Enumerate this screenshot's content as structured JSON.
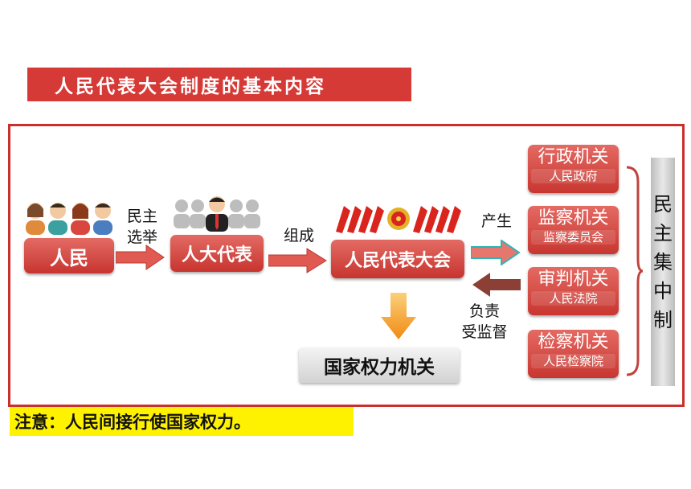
{
  "title": "人民代表大会制度的基本内容",
  "nodes": {
    "people": "人民",
    "deputies": "人大代表",
    "congress": "人民代表大会",
    "power_organ": "国家权力机关"
  },
  "edges": {
    "elect": [
      "民主",
      "选举"
    ],
    "compose": "组成",
    "produce": "产生",
    "supervise": [
      "负责",
      "受监督"
    ]
  },
  "organs": [
    {
      "name": "行政机关",
      "sub": "人民政府"
    },
    {
      "name": "监察机关",
      "sub": "监察委员会"
    },
    {
      "name": "审判机关",
      "sub": "人民法院"
    },
    {
      "name": "检察机关",
      "sub": "人民检察院"
    }
  ],
  "principle": [
    "民",
    "主",
    "集",
    "中",
    "制"
  ],
  "note": "注意：人民间接行使国家权力。",
  "colors": {
    "accent": "#d63a36",
    "frame": "#c9302c",
    "note_bg": "#fff200",
    "arrow_orange": "#f39a1e",
    "arrow_brown": "#8c3f35"
  }
}
